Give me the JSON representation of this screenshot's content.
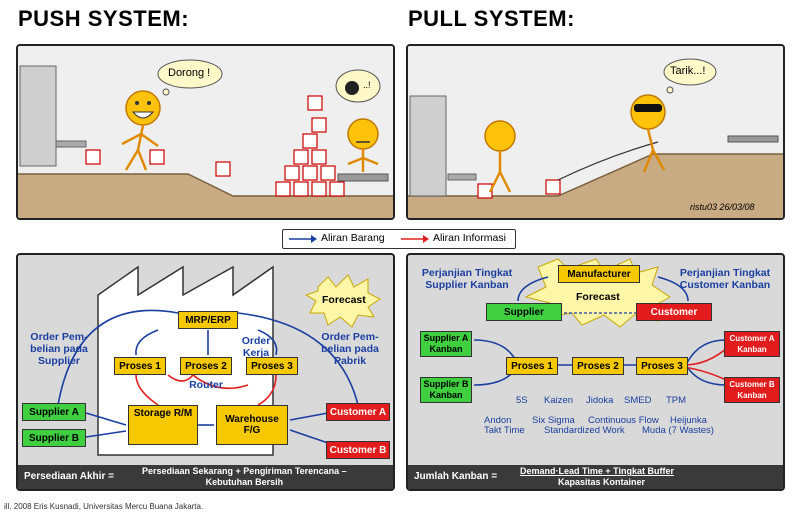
{
  "push": {
    "title": "PUSH SYSTEM:",
    "bubble_left": "Dorong !",
    "bubble_right": "..!"
  },
  "pull": {
    "title": "PULL SYSTEM:",
    "bubble": "Tarik...!",
    "signature": "ristu03 26/03/08"
  },
  "legend": {
    "goods_flow": "Aliran Barang",
    "info_flow": "Aliran Informasi",
    "goods_color": "#1a3fa0",
    "info_color": "#e02020"
  },
  "push_diagram": {
    "forecast": "Forecast",
    "mrp": "MRP/ERP",
    "order_kerja": "Order\nKerja",
    "proses": [
      "Proses 1",
      "Proses 2",
      "Proses 3"
    ],
    "router": "Router",
    "storage": "Storage R/M",
    "warehouse": "Warehouse\nF/G",
    "order_supplier": "Order Pem-\nbelian pada\nSupplier",
    "order_pabrik": "Order Pem-\nbelian pada\nPabrik",
    "supplier_a": "Supplier A",
    "supplier_b": "Supplier B",
    "customer_a": "Customer A",
    "customer_b": "Customer B",
    "footer_label": "Persediaan Akhir =",
    "footer_formula": "Persediaan Sekarang + Pengiriman Terencana –\nKebutuhan Bersih"
  },
  "pull_diagram": {
    "perjanjian_supplier": "Perjanjian Tingkat\nSupplier Kanban",
    "perjanjian_customer": "Perjanjian Tingkat\nCustomer Kanban",
    "manufacturer": "Manufacturer",
    "forecast": "Forecast",
    "supplier": "Supplier",
    "customer": "Customer",
    "supplier_a_kanban": "Supplier A\nKanban",
    "supplier_b_kanban": "Supplier B\nKanban",
    "customer_a_kanban": "Customer A\nKanban",
    "customer_b_kanban": "Customer B\nKanban",
    "proses": [
      "Proses 1",
      "Proses 2",
      "Proses 3"
    ],
    "tools_row1": [
      "5S",
      "Kaizen",
      "Jidoka",
      "SMED",
      "TPM"
    ],
    "tools_row2": [
      "Andon",
      "Six Sigma",
      "Continuous Flow",
      "Heijunka"
    ],
    "tools_row3": [
      "Takt Time",
      "Standardized Work",
      "Muda (7 Wastes)"
    ],
    "footer_label": "Jumlah Kanban =",
    "footer_numerator": "Demand·Lead Time + Tingkat Buffer",
    "footer_denominator": "Kapasitas Kontainer"
  },
  "credit": "ill. 2008 Eris Kusnadi, Universitas Mercu Buana Jakarta.",
  "colors": {
    "yellow_box": "#f6c800",
    "green": "#3fcf3f",
    "red": "#e21c1c",
    "ground": "#c8ab83",
    "sky": "#efefef"
  }
}
